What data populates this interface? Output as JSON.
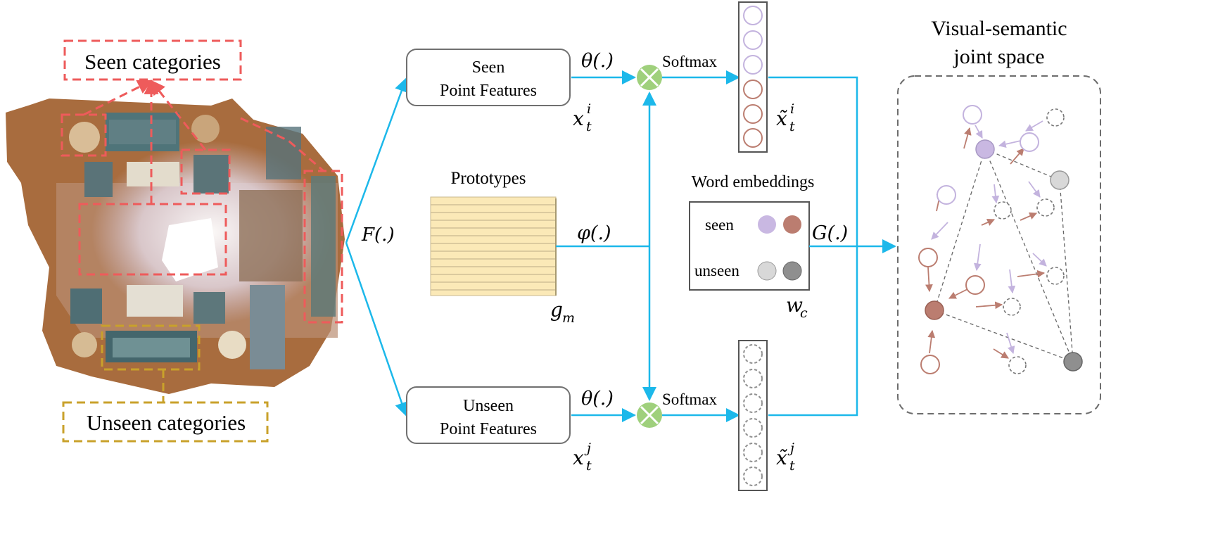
{
  "scene": {
    "seen_label": "Seen categories",
    "unseen_label": "Unseen categories"
  },
  "colors": {
    "flow": "#1cb8ea",
    "seen_box": "#ee5b5b",
    "unseen_box": "#c9a12b",
    "lavender": "#c3b3de",
    "brown": "#bb7d70",
    "light_gray": "#d8d8d8",
    "dark_gray": "#8f8f8f",
    "multiply": "#9fd07c",
    "prototype_fill": "#fbe9b7"
  },
  "labels": {
    "F": "F(.)",
    "seen_features_l1": "Seen",
    "seen_features_l2": "Point Features",
    "unseen_features_l1": "Unseen",
    "unseen_features_l2": "Point Features",
    "theta_top": "θ(.)",
    "theta_bottom": "θ(.)",
    "x_seen": "x",
    "x_seen_sub": "t",
    "x_seen_sup": "i",
    "x_unseen": "x",
    "x_unseen_sub": "t",
    "x_unseen_sup": "j",
    "prototypes": "Prototypes",
    "phi": "φ(.)",
    "g": "g",
    "g_sub": "m",
    "softmax_top": "Softmax",
    "softmax_bottom": "Softmax",
    "xt_seen": "x̃",
    "xt_seen_sub": "t",
    "xt_seen_sup": "i",
    "xt_unseen": "x̃",
    "xt_unseen_sub": "t",
    "xt_unseen_sup": "j",
    "word_embeddings": "Word embeddings",
    "seen": "seen",
    "unseen": "unseen",
    "G": "G(.)",
    "w": "w",
    "w_sub": "c",
    "joint_l1": "Visual-semantic",
    "joint_l2": "joint space"
  }
}
